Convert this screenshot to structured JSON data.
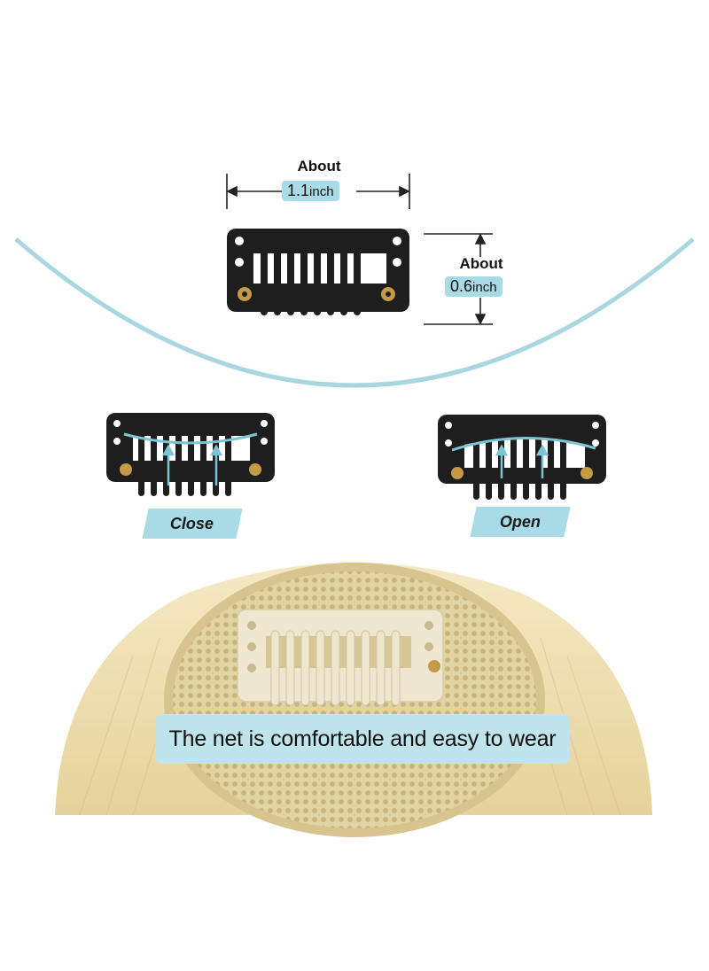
{
  "top_size": {
    "width_about": "About",
    "width_value": "1.1",
    "width_unit": "inch",
    "height_about": "About",
    "height_value": "0.6",
    "height_unit": "inch"
  },
  "clip_states": {
    "close_label": "Close",
    "open_label": "Open"
  },
  "net_banner": "The net is comfortable and easy to wear",
  "colors": {
    "accent_light_blue": "#a9dbe6",
    "clip_black": "#1e1e1e",
    "clip_beige": "#efe6cf",
    "hair_blonde": "#ecdcaa"
  }
}
